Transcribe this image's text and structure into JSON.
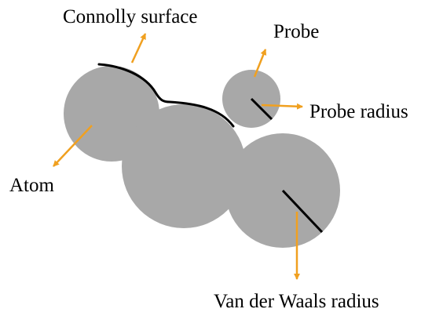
{
  "colors": {
    "atom_fill": "#a8a8a8",
    "surface_line": "#000000",
    "arrow": "#f0a020",
    "text": "#000000",
    "background": "#ffffff"
  },
  "labels": {
    "connolly_surface": "Connolly surface",
    "probe": "Probe",
    "probe_radius": "Probe radius",
    "atom": "Atom",
    "van_der_waals_radius": "Van der Waals radius"
  }
}
